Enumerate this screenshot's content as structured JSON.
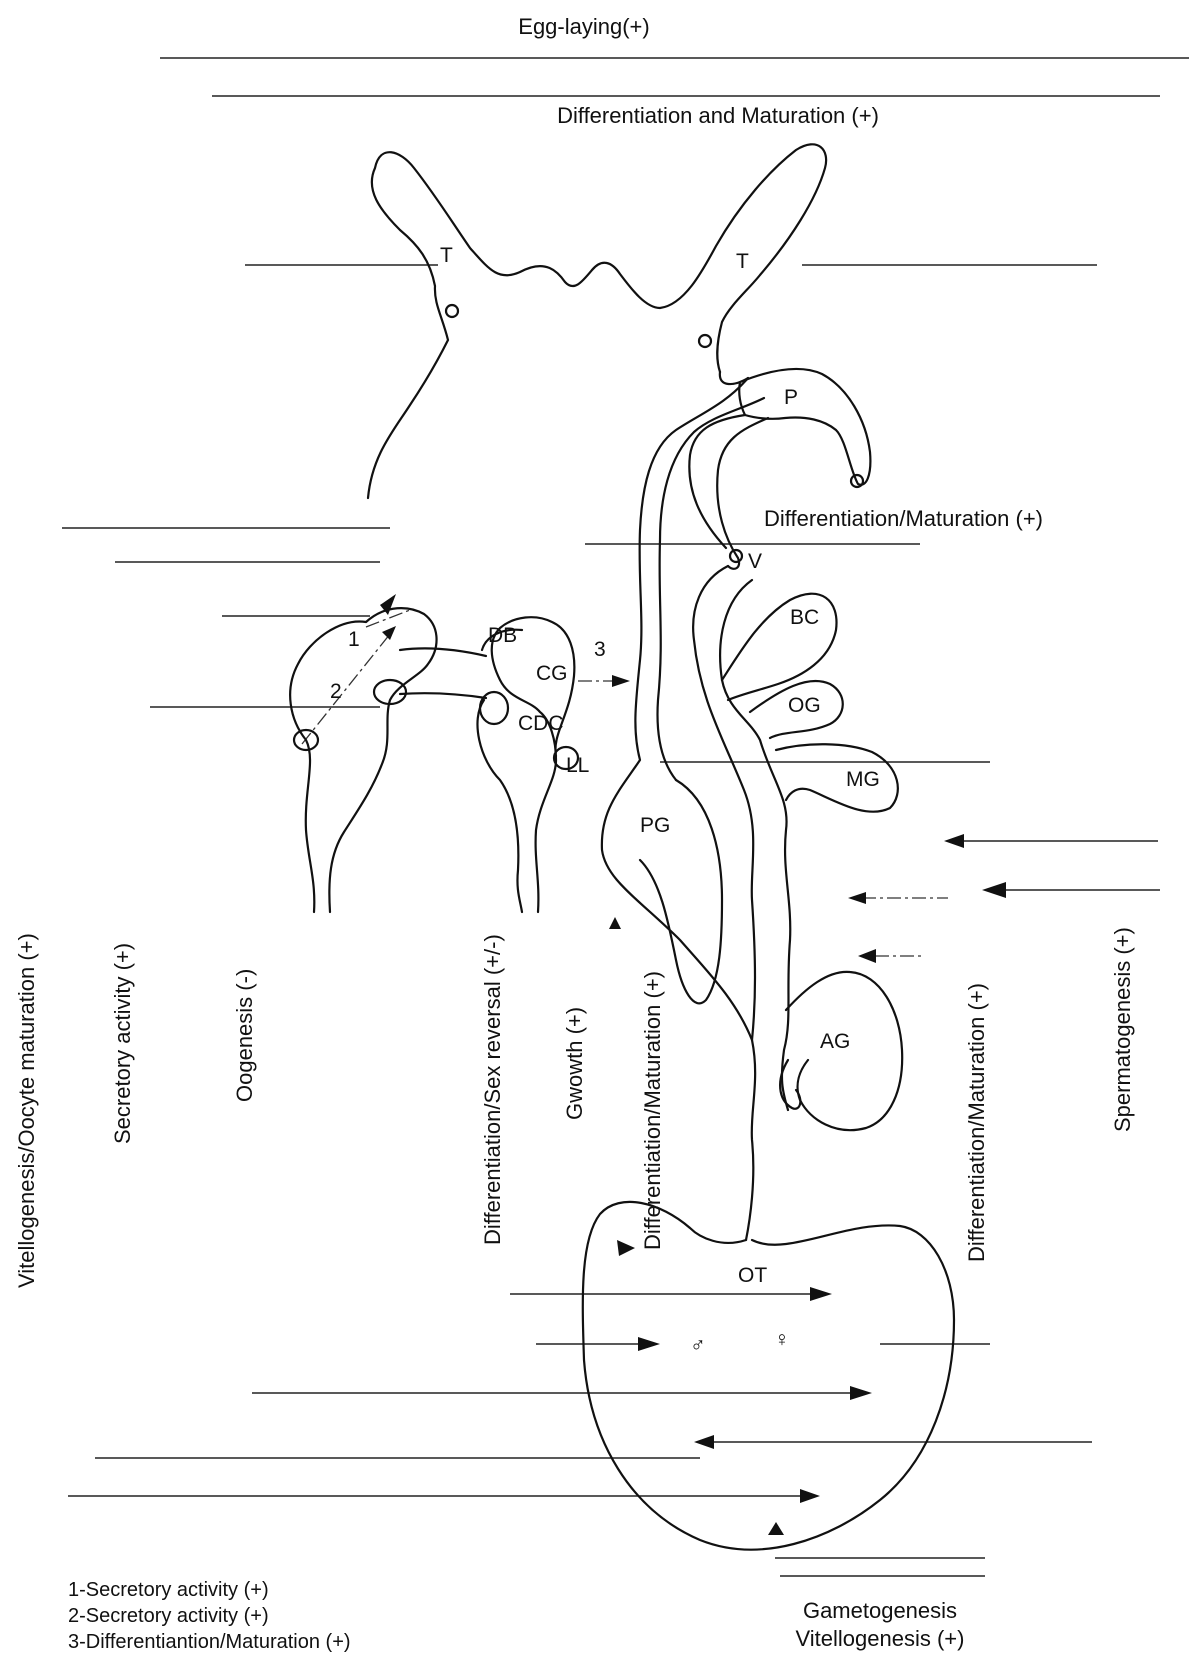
{
  "figure": {
    "top_labels": {
      "egg_laying": "Egg-laying(+)",
      "differentiation_maturation_top": "Differentiation and Maturation (+)",
      "differentiation_maturation_penis": "Differentiation/Maturation (+)"
    },
    "vertical_labels": {
      "vitellogenesis": "Vitellogenesis/Oocyte maturation (+)",
      "secretory": "Secretory activity (+)",
      "oogenesis": "Oogenesis (-)",
      "sex_reversal": "Differentiation/Sex reversal (+/-)",
      "growth": "Gwowth (+)",
      "diff_mat_left": "Differentiation/Maturation (+)",
      "diff_mat_right": "Differentiation/Maturation (+)",
      "spermatogenesis": "Spermatogenesis (+)"
    },
    "organ_labels": {
      "tentacle_left": "T",
      "tentacle_right": "T",
      "eye_left": "o",
      "eye_right": "o",
      "penis": "P",
      "vas_deferens": "V",
      "buccal": "BC",
      "optic": "OG",
      "mesocerebral": "MG",
      "pleural": "PG",
      "albumen": "AG",
      "ovotestis": "OT",
      "dorsal_body": "DB",
      "cerebral": "CG",
      "caudodorsal": "CDC",
      "lateral_lobe": "LL",
      "num_1": "1",
      "num_2": "2",
      "num_3": "3",
      "male": "♂",
      "female": "♀"
    },
    "legend": {
      "item1": "1-Secretory activity (+)",
      "item2": "2-Secretory activity (+)",
      "item3": "3-Differentiantion/Maturation (+)"
    },
    "bottom_right": {
      "line1": "Gametogenesis",
      "line2": "Vitellogenesis (+)"
    }
  }
}
